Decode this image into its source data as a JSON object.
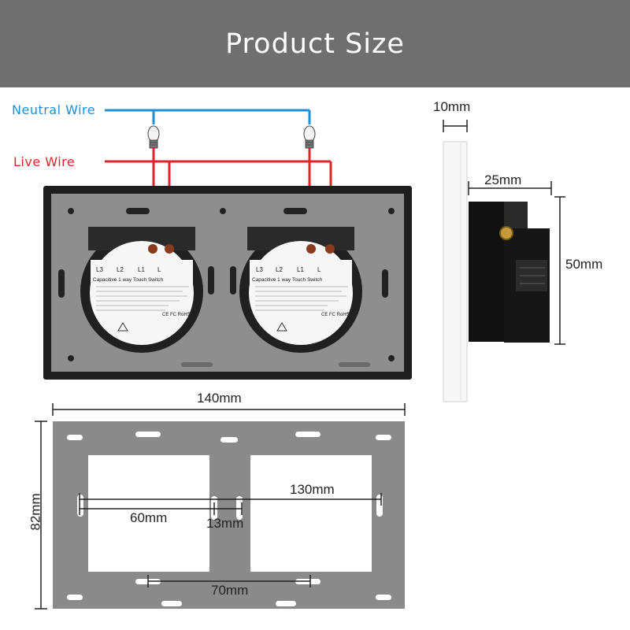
{
  "header": {
    "title": "Product Size"
  },
  "wires": {
    "neutral_label": "Neutral Wire",
    "live_label": "Live Wire",
    "neutral_color": "#1d8fd6",
    "live_color": "#e0232a"
  },
  "module": {
    "terminals": [
      "L3",
      "L2",
      "L1",
      "L"
    ],
    "title": "Capacitive 1 way Touch Switch",
    "cert": "CE FC RoHS"
  },
  "dimensions": {
    "glass_thickness": "10mm",
    "module_depth": "25mm",
    "module_height": "50mm",
    "frame_width": "140mm",
    "frame_height": "82mm",
    "hole_spacing_long": "130mm",
    "hole_spacing_short": "60mm",
    "gap": "13mm",
    "bottom_spacing": "70mm"
  },
  "colors": {
    "banner": "#6f6f6f",
    "panel_black": "#1e1e1e",
    "panel_gray": "#8e8e8e",
    "frame_gray": "#8a8a8a"
  }
}
